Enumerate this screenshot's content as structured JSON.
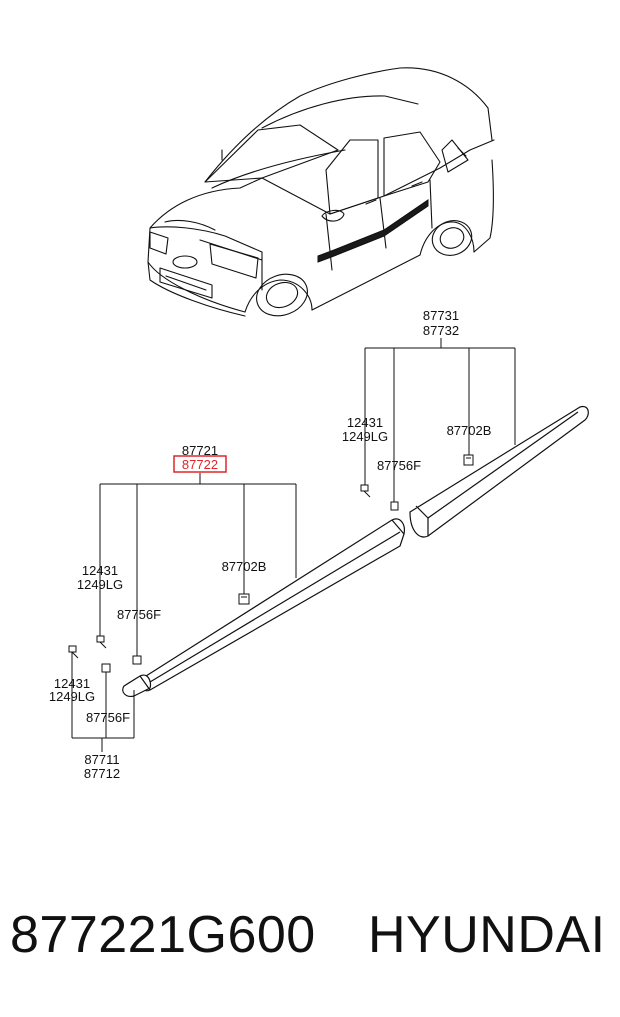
{
  "diagram": {
    "callouts": {
      "rear_group": {
        "line1": "87731",
        "line2": "87732"
      },
      "rear_fastener": {
        "line1": "12431",
        "line2": "1249LG"
      },
      "rear_clip_a": "87702B",
      "rear_clip_b": "87756F",
      "front_group": {
        "line1": "87721",
        "line2": "87722"
      },
      "front_fastener": {
        "line1": "12431",
        "line2": "1249LG"
      },
      "front_clip_a": "87702B",
      "front_clip_b": "87756F",
      "end_fastener": {
        "line1": "12431",
        "line2": "1249LG"
      },
      "end_clip": "87756F",
      "end_group": {
        "line1": "87711",
        "line2": "87712"
      }
    },
    "highlight_color": "#e0262b"
  },
  "footer": {
    "part_number": "877221G600",
    "brand": "HYUNDAI"
  }
}
